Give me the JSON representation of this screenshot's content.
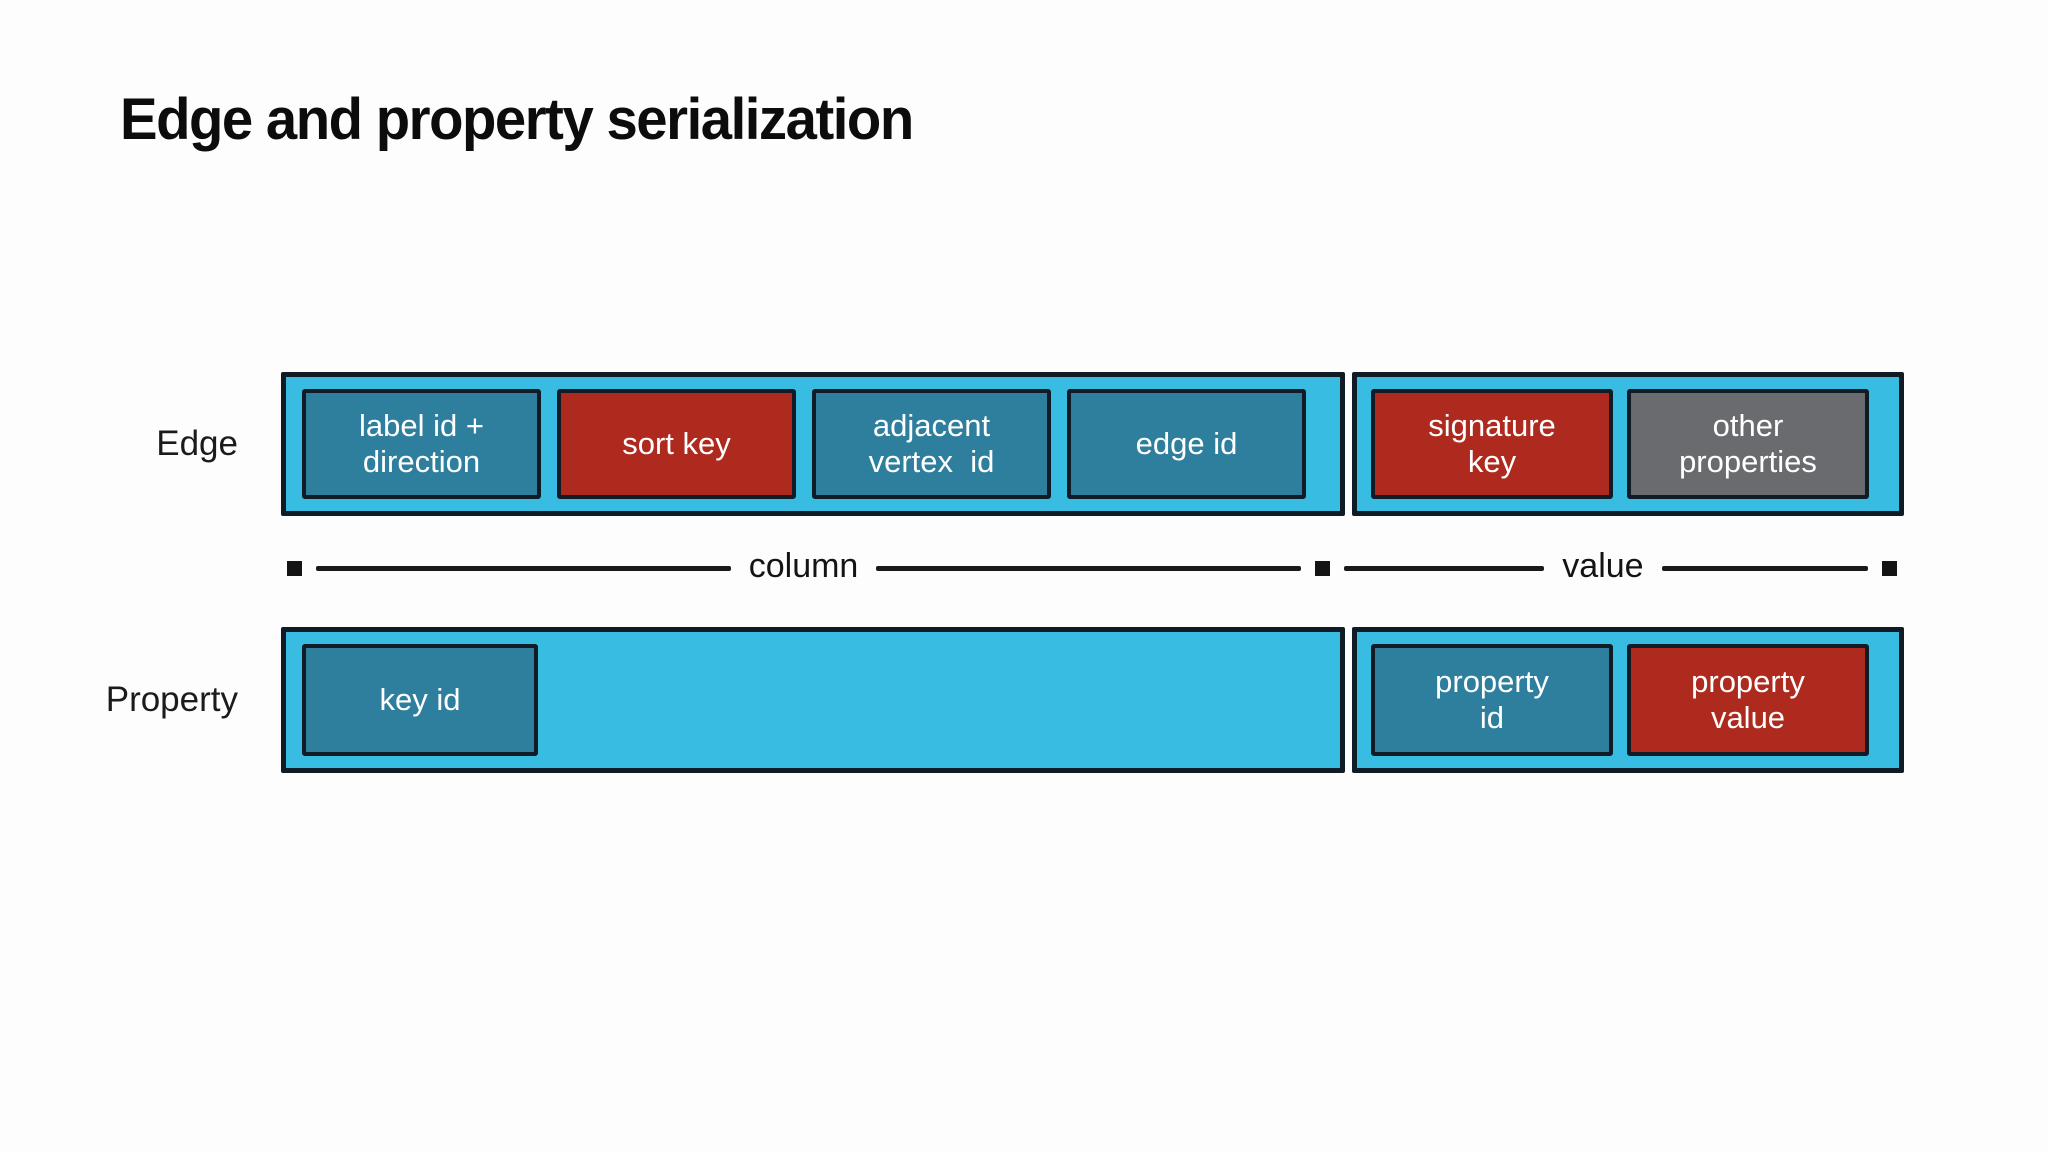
{
  "slide": {
    "title": "Edge and property serialization",
    "background": "#fdfdfd"
  },
  "diagram": {
    "colors": {
      "container": "#38bce2",
      "teal": "#2e7f9d",
      "red": "#af2a1e",
      "gray": "#6a6b6f",
      "border": "#0f1c26",
      "line": "#1a1a1a"
    },
    "rows": [
      {
        "label": "Edge",
        "column_cells": [
          {
            "text": "label id +\ndirection",
            "color": "teal"
          },
          {
            "text": "sort key",
            "color": "red"
          },
          {
            "text": "adjacent\nvertex  id",
            "color": "teal"
          },
          {
            "text": "edge id",
            "color": "teal"
          }
        ],
        "value_cells": [
          {
            "text": "signature\nkey",
            "color": "red"
          },
          {
            "text": "other\nproperties",
            "color": "gray"
          }
        ]
      },
      {
        "label": "Property",
        "column_cells": [
          {
            "text": "key id",
            "color": "teal"
          }
        ],
        "value_cells": [
          {
            "text": "property\nid",
            "color": "teal"
          },
          {
            "text": "property\nvalue",
            "color": "red"
          }
        ]
      }
    ],
    "ruler": {
      "column_label": "column",
      "value_label": "value"
    }
  }
}
